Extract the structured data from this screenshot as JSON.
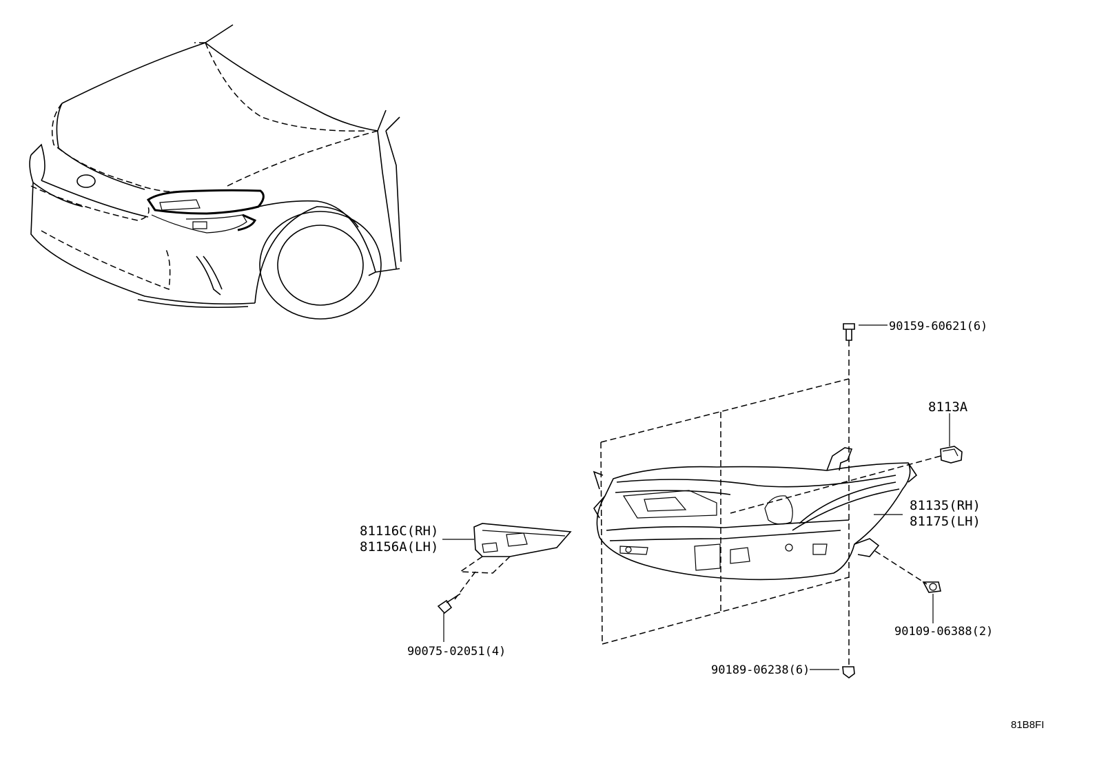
{
  "labels": {
    "bolt_top": "90159-60621(6)",
    "socket": "8113A",
    "headlamp_rh": "81135(RH)",
    "headlamp_lh": "81175(LH)",
    "bracket_rh": "81116C(RH)",
    "bracket_lh": "81156A(LH)",
    "screw": "90075-02051(4)",
    "bolt_side": "90109-06388(2)",
    "bolt_bottom": "90189-06238(6)",
    "diagram_code": "81B8FI"
  }
}
